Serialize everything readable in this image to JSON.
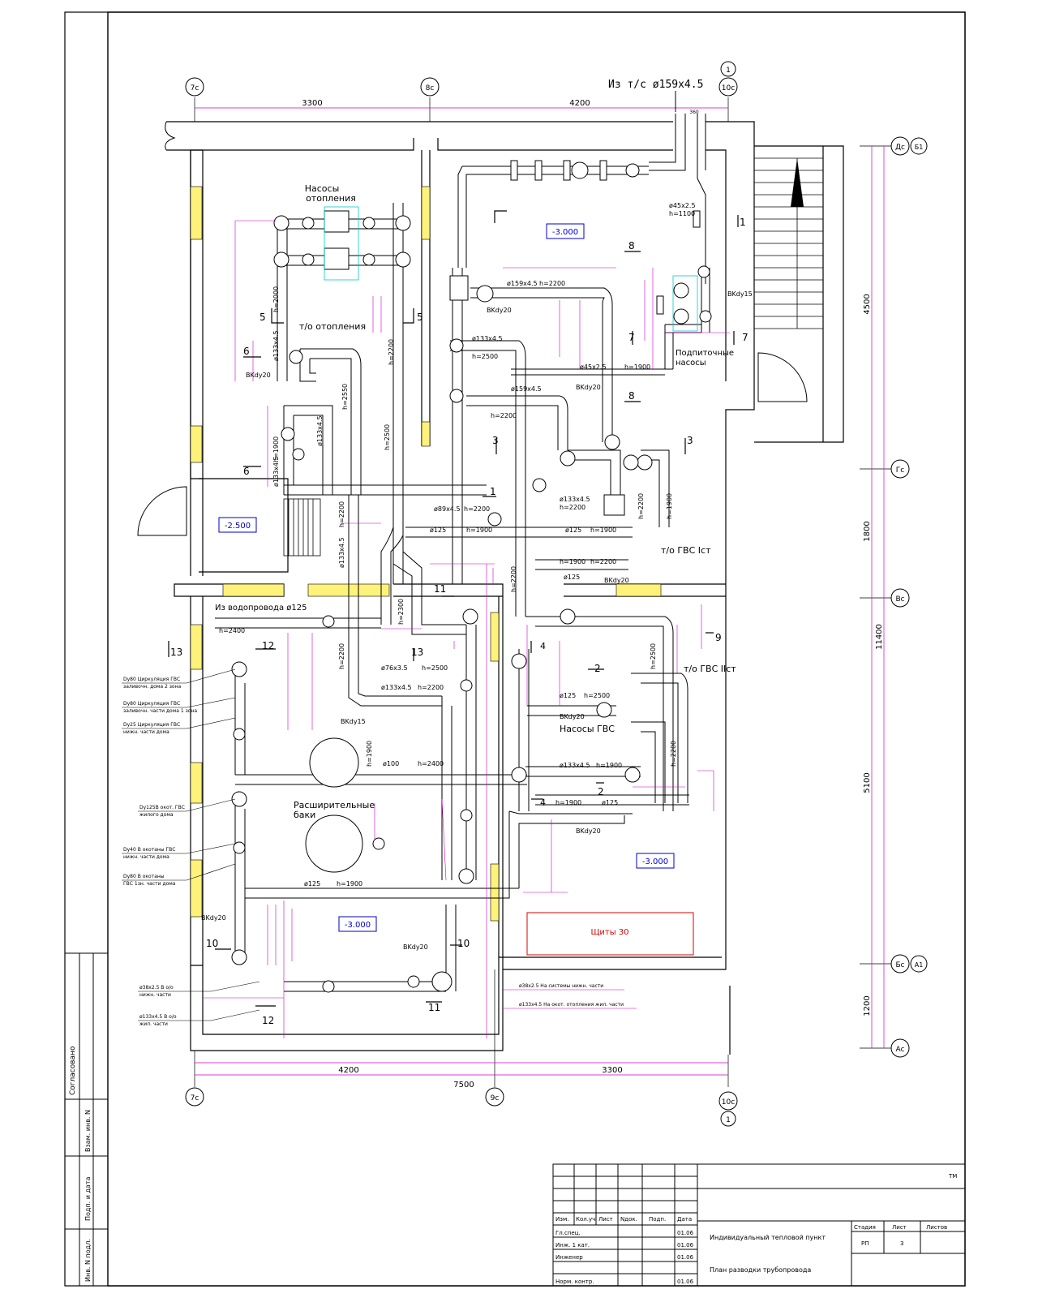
{
  "source_label": "Из т/с ø159х4.5",
  "axes": {
    "top": [
      "7с",
      "8с",
      "10с"
    ],
    "top_extra": "1",
    "bottom": [
      "7с",
      "9с",
      "10с"
    ],
    "bottom_extra": "1",
    "right": [
      "Дс",
      "Гс",
      "Вс",
      "Бс",
      "Ас"
    ],
    "right_extra": [
      "Б1",
      "А1"
    ]
  },
  "dimensions": {
    "top": [
      "3300",
      "4200",
      "360"
    ],
    "bottom": [
      "4200",
      "3300",
      "7500"
    ],
    "right": [
      "4500",
      "1800",
      "11400",
      "5100",
      "1200"
    ]
  },
  "elevations": [
    "-3.000",
    "-2.500",
    "-3.000",
    "-3.000"
  ],
  "room_labels": {
    "heating_pumps": [
      "Насосы",
      "отопления"
    ],
    "heating_exchanger": "т/о отопления",
    "makeup_pumps": [
      "Подпиточные",
      "насосы"
    ],
    "dhw1": "т/о ГВС Iст",
    "dhw2": "т/о ГВС IIст",
    "dhw_pumps": "Насосы ГВС",
    "expansion_tanks": [
      "Расширительные",
      "баки"
    ],
    "water_supply": "Из водопровода ø125",
    "shields": "Щиты 30"
  },
  "pipe_labels": [
    "ø159х4.5",
    "h=2200",
    "ø133х4.5",
    "h=2500",
    "ø159х4.5",
    "h=2200",
    "ø45х2.5",
    "h=1900",
    "ø45х2.5",
    "h=1100",
    "BKdy15",
    "BKdy20",
    "BKdy20",
    "ø89х4.5",
    "h=2200",
    "ø125",
    "h=1900",
    "ø133х4.5",
    "h=2200",
    "ø125",
    "h=1900",
    "h=1900",
    "h=2200",
    "ø125",
    "BKdy20",
    "h=2400",
    "ø76х3.5",
    "h=2500",
    "ø133х4.5",
    "h=2200",
    "BKdy15",
    "ø100",
    "h=2400",
    "ø125",
    "h=2500",
    "ø133х4.5",
    "h=1900",
    "BKdy20",
    "h=1900",
    "ø125",
    "BKdy20",
    "ø125",
    "h=1900",
    "BKdy20",
    "BKdy20",
    "h=2000",
    "h=2550",
    "h=2500",
    "h=2200",
    "h=2200",
    "h=2300",
    "h=2200",
    "h=1900",
    "h=1900",
    "h=2200",
    "h=2500",
    "h=2200",
    "h=1900",
    "h=2200",
    "ø133х4.5",
    "ø133х4.5",
    "ø133х4.5",
    "ø133х4.5",
    "BKdy20"
  ],
  "section_marks": [
    "5",
    "5",
    "6",
    "6",
    "7",
    "7",
    "8",
    "8",
    "3",
    "3",
    "1",
    "1",
    "11",
    "11",
    "13",
    "13",
    "12",
    "12",
    "4",
    "4",
    "2",
    "2",
    "9",
    "10",
    "10"
  ],
  "left_callouts": [
    [
      "Dy80 Циркуляция ГВС",
      "заливочн. дома 2 зона"
    ],
    [
      "Dy80 Циркуляция ГВС",
      "заливочн. части дома 1 зона"
    ],
    [
      "Dy25 Циркуляция ГВС",
      "нижн. части дома"
    ],
    [
      "Dy125В окот. ГВС",
      "жилого дома"
    ],
    [
      "Dy40 В окотаны ГВС",
      "нижн. части дома"
    ],
    [
      "Dy80 В окотаны",
      "ГВС 1зн. части дома"
    ],
    [
      "ø38х2.5 В о/о",
      "нижн. части"
    ],
    [
      "ø133х4.5 В о/о",
      "жил. части"
    ]
  ],
  "bottom_callouts": [
    "ø38х2.5 На системы нижн. части",
    "ø133х4.5 На окот. отопления жил. части"
  ],
  "stamp": {
    "col_headers": [
      "Изм.",
      "Кол.уч",
      "Лист",
      "Nдок.",
      "Подп.",
      "Дата"
    ],
    "roles": [
      "Гл.спец.",
      "Инж. 1 кат.",
      "Инженер",
      "Норм. контр."
    ],
    "dates": [
      "01.06",
      "01.06",
      "01.06",
      "01.06"
    ],
    "code": "ТМ",
    "title1": "Индивидуальный тепловой пункт",
    "title2": "План разводки трубопровода",
    "stage_headers": [
      "Стадия",
      "Лист",
      "Листов"
    ],
    "stage": "РП",
    "sheet": "3",
    "sheets": ""
  },
  "side_stamp": [
    "Согласовано",
    "Взам. инв. N",
    "Подп. и дата",
    "Инв. N подл."
  ],
  "colors": {
    "line": "#000000",
    "pipe_dim": "#cc00cc",
    "elevation_box": "#0000cc",
    "shield": "#dd0000",
    "opening": "#fff27a",
    "cyan": "#00cccc"
  }
}
